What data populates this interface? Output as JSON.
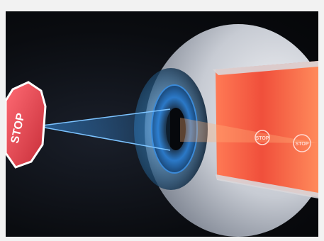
{
  "illustration": {
    "sign_text": "STOP",
    "retina_sign_text_1": "STOP",
    "retina_sign_text_2": "STOP"
  },
  "colors": {
    "sign_red": "#e23a46",
    "retina_red": "#e2453a",
    "iris_blue": "#2b79c8",
    "beam_blue": "#3aa0ff"
  }
}
